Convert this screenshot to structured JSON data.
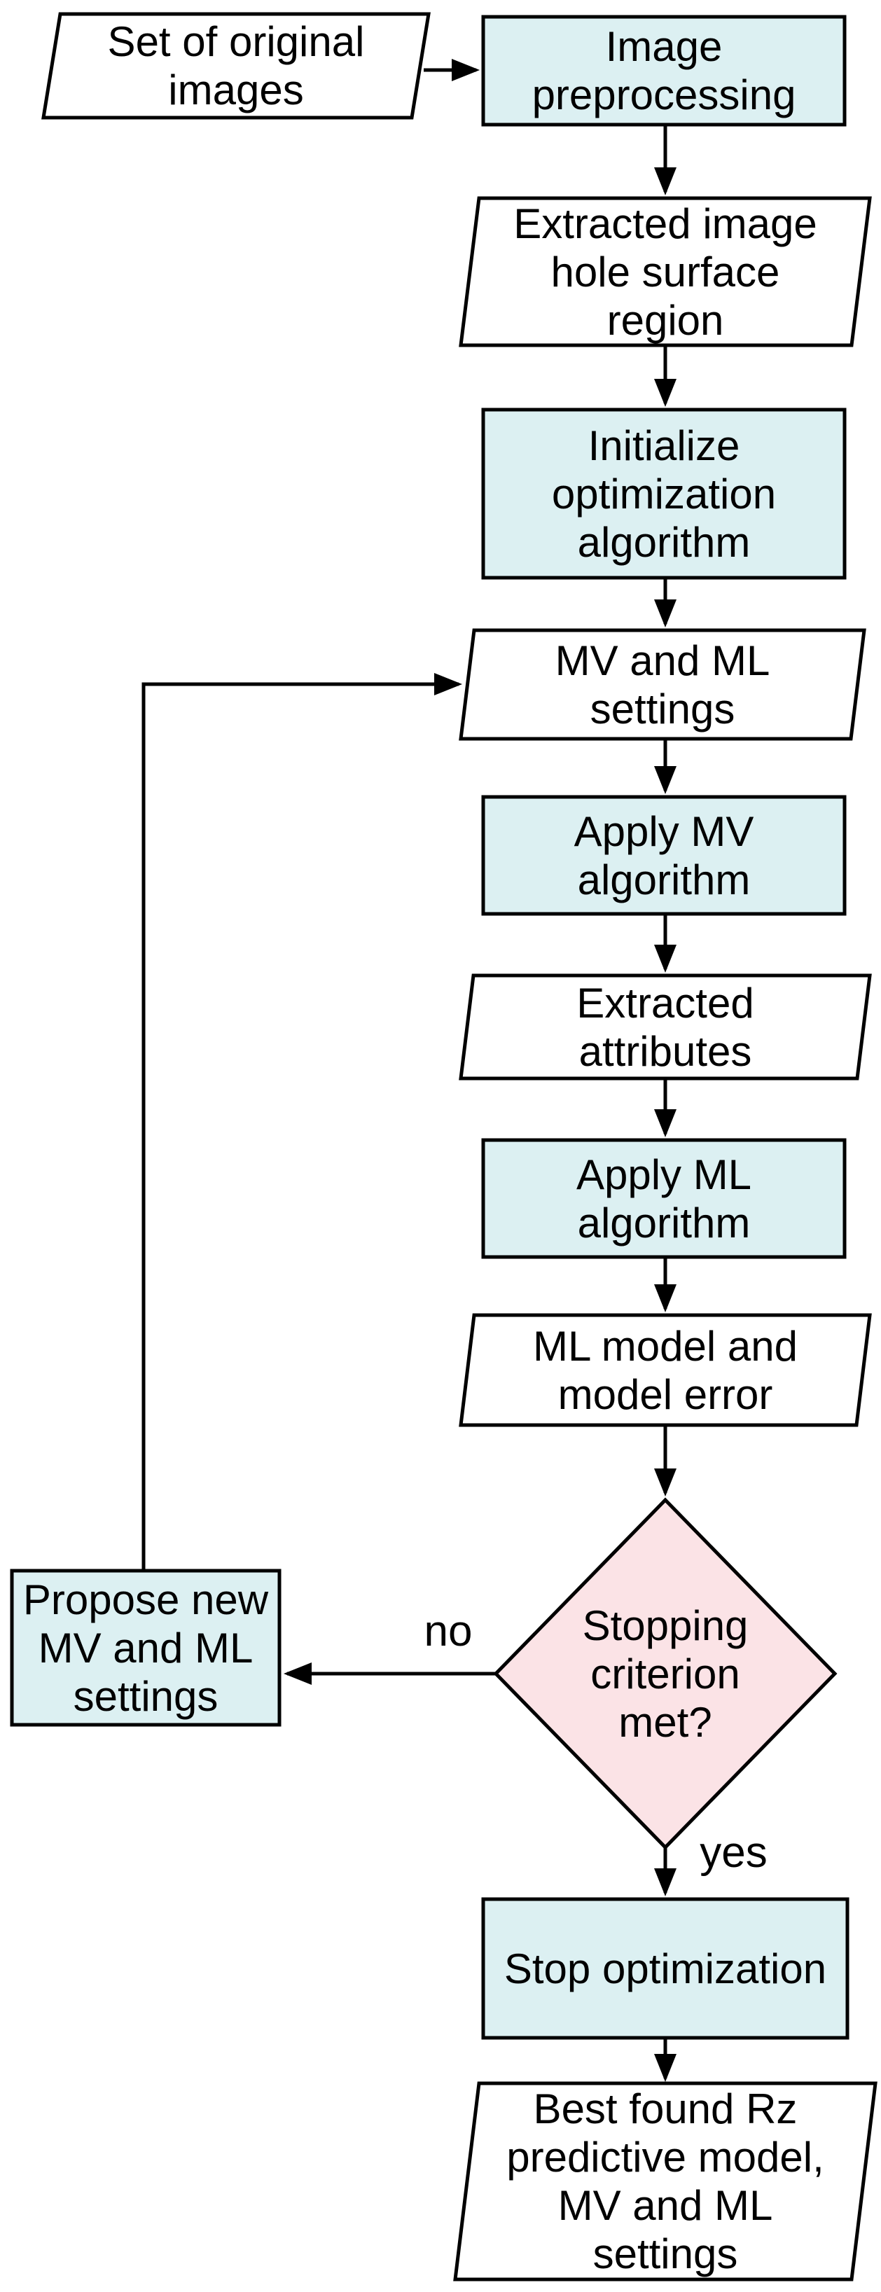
{
  "colors": {
    "background": "#ffffff",
    "process_fill": "#dcf0f2",
    "decision_fill": "#fbe3e6",
    "io_fill": "#ffffff",
    "line": "#000000"
  },
  "nodes": {
    "set_of_images": {
      "type": "io",
      "label": "Set of original\nimages"
    },
    "image_preprocessing": {
      "type": "process",
      "label": "Image\npreprocessing"
    },
    "extracted_region": {
      "type": "io",
      "label": "Extracted image\nhole surface\nregion"
    },
    "initialize": {
      "type": "process",
      "label": "Initialize\noptimization\nalgorithm"
    },
    "mv_ml_settings": {
      "type": "io",
      "label": "MV and ML\nsettings"
    },
    "apply_mv": {
      "type": "process",
      "label": "Apply MV\nalgorithm"
    },
    "extracted_attributes": {
      "type": "io",
      "label": "Extracted\nattributes"
    },
    "apply_ml": {
      "type": "process",
      "label": "Apply ML\nalgorithm"
    },
    "ml_model": {
      "type": "io",
      "label": "ML model and\nmodel error"
    },
    "stopping_criterion": {
      "type": "decision",
      "label": "Stopping\ncriterion\nmet?"
    },
    "propose_new": {
      "type": "process",
      "label": "Propose new\nMV and ML\nsettings"
    },
    "stop_optimization": {
      "type": "process",
      "label": "Stop optimization"
    },
    "best_found": {
      "type": "io",
      "label": "Best found Rz\npredictive model,\nMV and ML\nsettings"
    }
  },
  "edge_labels": {
    "no": "no",
    "yes": "yes"
  }
}
